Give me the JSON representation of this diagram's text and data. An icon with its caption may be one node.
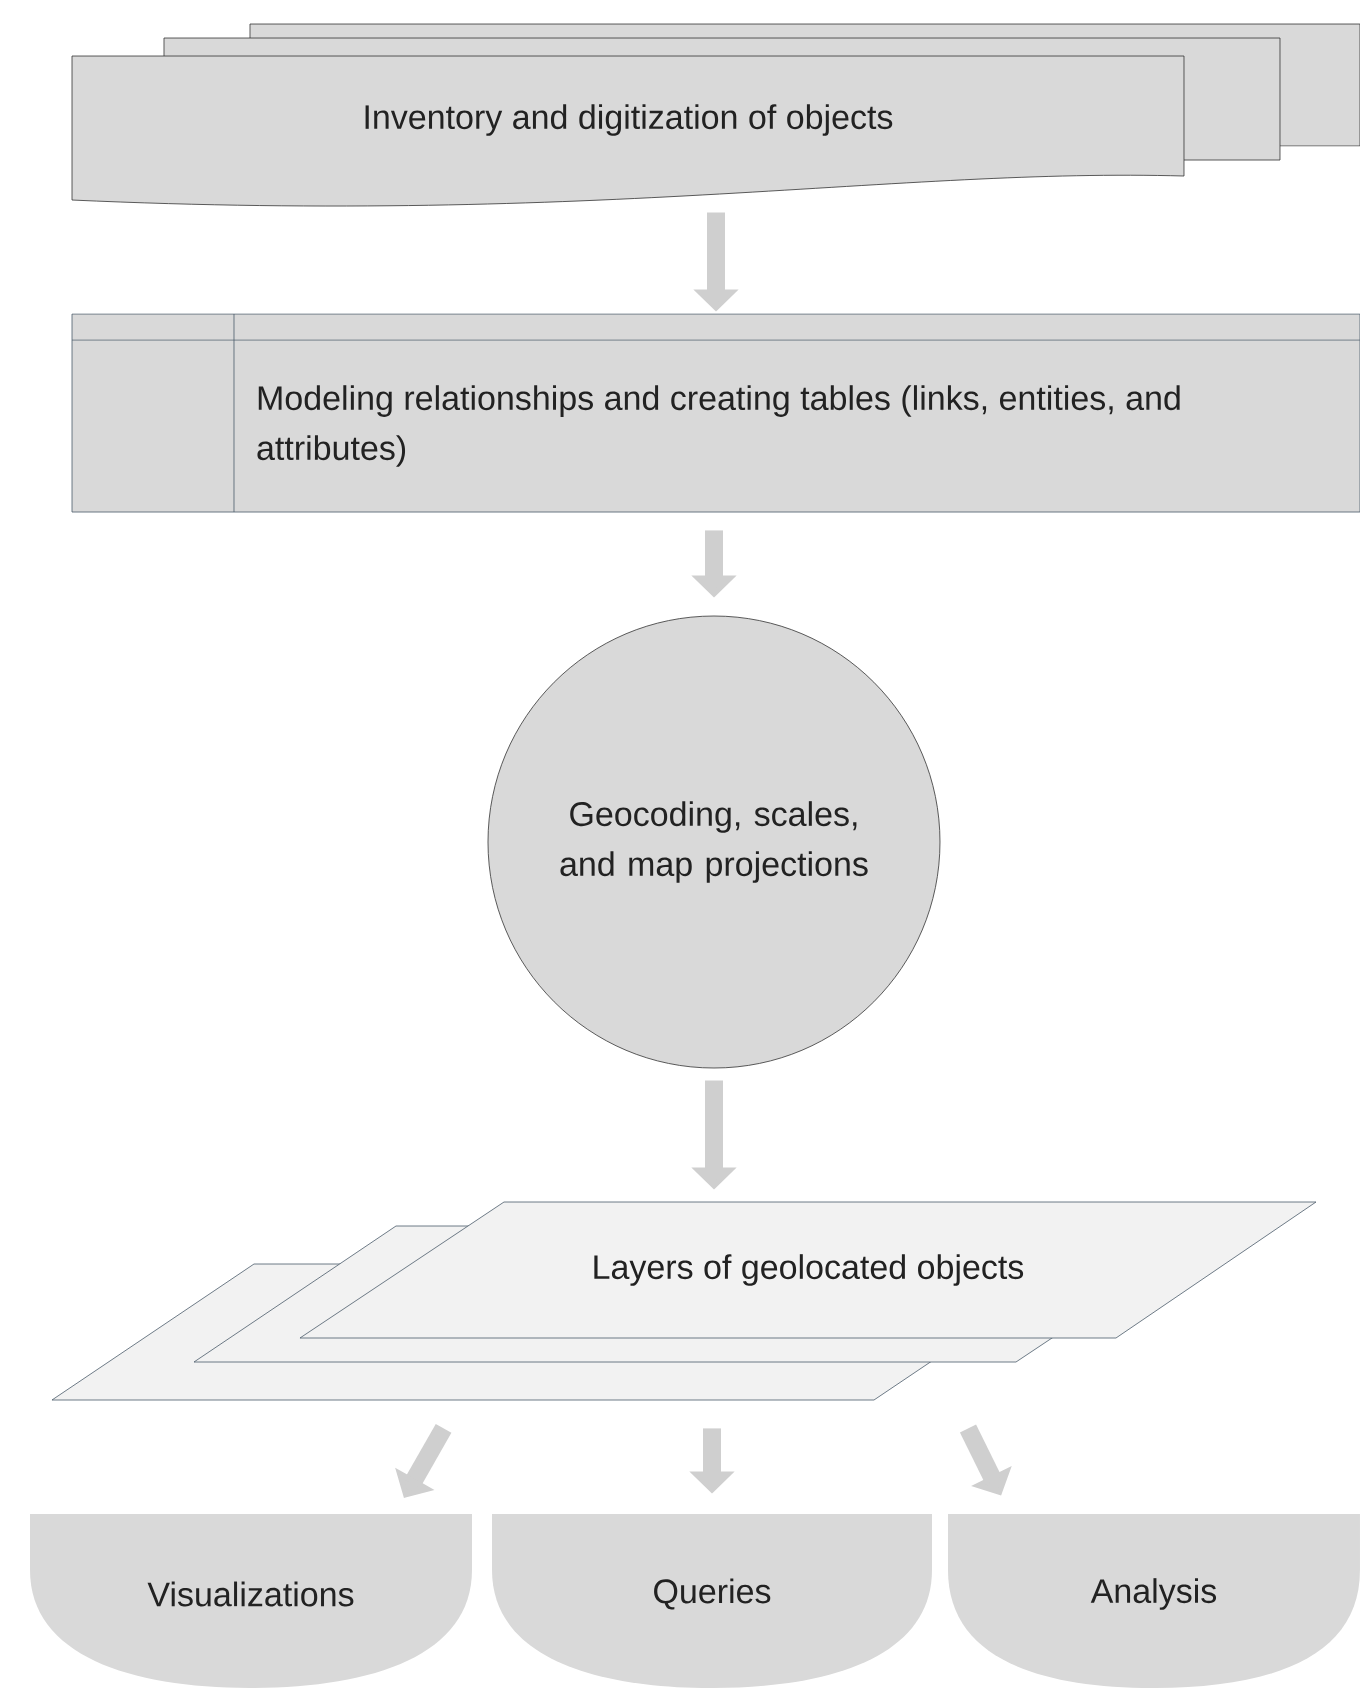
{
  "diagram": {
    "nodes": [
      {
        "text": [
          "Inventory and digitization of objects"
        ]
      },
      {
        "text": [
          "Modeling relationships and creating tables (links, entities, and attributes)"
        ]
      },
      {
        "text": [
          "Geocoding, scales, and map projections"
        ]
      },
      {
        "text": [
          "Layers of geolocated objects"
        ]
      },
      {
        "text": [
          "Visualizations"
        ]
      },
      {
        "text": [
          "Queries"
        ]
      },
      {
        "text": [
          "Analysis"
        ]
      }
    ],
    "edges": [
      {
        "from": 0,
        "to": 1,
        "arrow": "to"
      },
      {
        "from": 1,
        "to": 2,
        "arrow": "to"
      },
      {
        "from": 2,
        "to": 3,
        "arrow": "to"
      },
      {
        "from": 3,
        "to": 4,
        "arrow": "to"
      },
      {
        "from": 3,
        "to": 5,
        "arrow": "to"
      },
      {
        "from": 3,
        "to": 6,
        "arrow": "to"
      }
    ]
  }
}
